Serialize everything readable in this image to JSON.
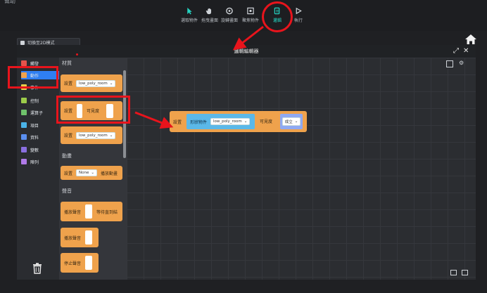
{
  "menu": {
    "help": "幫助"
  },
  "toolbar": [
    {
      "name": "select",
      "label": "選取物件",
      "icon": "pointer-icon"
    },
    {
      "name": "pan",
      "label": "拖曳畫面",
      "icon": "hand-icon"
    },
    {
      "name": "rotate",
      "label": "旋轉畫面",
      "icon": "rotate-icon"
    },
    {
      "name": "focus",
      "label": "聚焦物件",
      "icon": "focus-icon"
    },
    {
      "name": "logic",
      "label": "邏輯",
      "icon": "logic-icon",
      "active": true
    },
    {
      "name": "run",
      "label": "執行",
      "icon": "play-icon"
    }
  ],
  "mode_button": "切換至2D模式",
  "editor": {
    "title": "邏輯編輯器",
    "categories": [
      {
        "label": "觸發",
        "color": "#e5534b"
      },
      {
        "label": "動作",
        "color": "#efa24c",
        "selected": true
      },
      {
        "label": "事件",
        "color": "#e8d04a"
      },
      {
        "label": "控制",
        "color": "#9ccc4a"
      },
      {
        "label": "運算子",
        "color": "#6fc26b"
      },
      {
        "label": "項目",
        "color": "#4ab3e8"
      },
      {
        "label": "資料",
        "color": "#5a8ff0"
      },
      {
        "label": "變數",
        "color": "#8a6fe0"
      },
      {
        "label": "陣列",
        "color": "#b07ae8"
      }
    ],
    "flyout": {
      "sections": [
        {
          "title": "材質"
        },
        {
          "title": "動畫"
        },
        {
          "title": "聲音"
        }
      ],
      "blocks": {
        "set_material": {
          "label": "設置",
          "dropdown": "low_poly_room"
        },
        "set_visibility": {
          "label": "設置",
          "suffix": "可見度"
        },
        "set_other": {
          "label": "設置",
          "dropdown": "low_poly_room"
        },
        "set_anim": {
          "label": "設置",
          "dropdown": "None",
          "suffix": "播放動畫"
        },
        "play_sound_wait": {
          "label": "播放聲音",
          "suffix": "等待直到結"
        },
        "play_sound": {
          "label": "播放聲音"
        },
        "stop_sound": {
          "label": "停止聲音"
        }
      }
    },
    "workspace_block": {
      "label": "設置",
      "shape_label": "形狀物件",
      "object": "low_poly_room",
      "suffix": "可見度",
      "value": "成立"
    }
  }
}
